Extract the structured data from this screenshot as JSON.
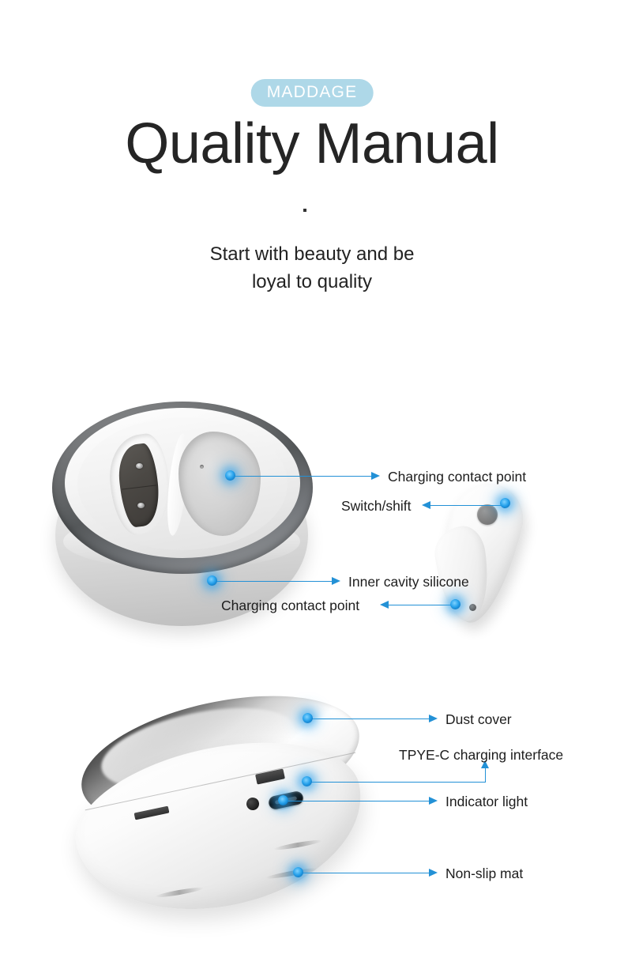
{
  "header": {
    "brand_badge": "MADDAGE",
    "title": "Quality Manual",
    "tagline_line1": "Start with beauty and be",
    "tagline_line2": "loyal to quality"
  },
  "colors": {
    "badge_background": "#aed8e8",
    "badge_text": "#ffffff",
    "title_text": "#252525",
    "callout_blue": "#2391d6",
    "marker_glow": "#29a3ec",
    "page_background": "#ffffff"
  },
  "figure_one": {
    "name": "Open charging case with earbud",
    "callouts": [
      {
        "label": "Charging contact point",
        "arrow": "right",
        "target": "case-inner-contact"
      },
      {
        "label": "Switch/shift",
        "arrow": "left",
        "target": "earbud-button"
      },
      {
        "label": "Inner cavity silicone",
        "arrow": "right",
        "target": "case-cavity"
      },
      {
        "label": "Charging contact point",
        "arrow": "left",
        "target": "earbud-contacts"
      }
    ]
  },
  "figure_two": {
    "name": "Closed charging case",
    "callouts": [
      {
        "label": "Dust cover",
        "arrow": "right",
        "target": "lid-dust-cover"
      },
      {
        "label": "TPYE-C charging interface",
        "arrow": "up",
        "target": "usb-c-port"
      },
      {
        "label": "Indicator light",
        "arrow": "right",
        "target": "indicator-light"
      },
      {
        "label": "Non-slip mat",
        "arrow": "right",
        "target": "non-slip-mat"
      }
    ]
  }
}
